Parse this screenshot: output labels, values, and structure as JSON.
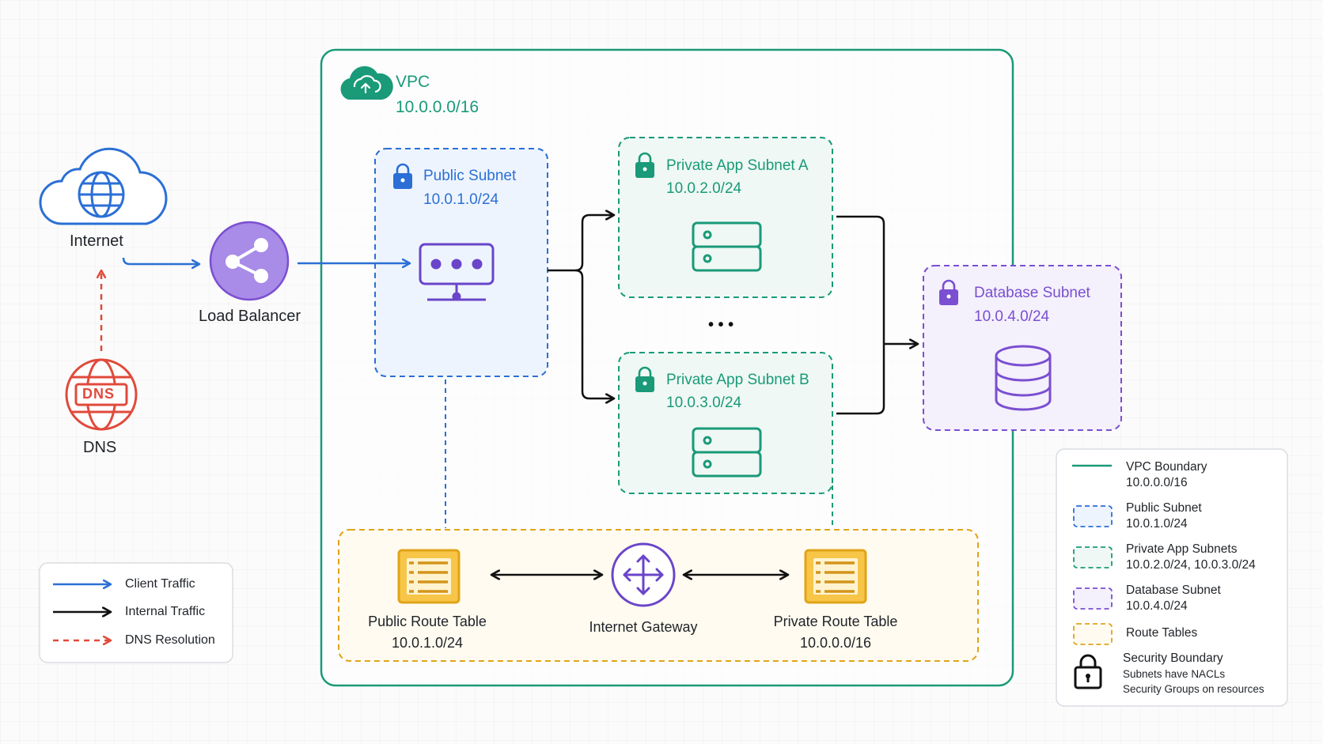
{
  "colors": {
    "vpc": "#1a9a78",
    "public": "#2b6fd6",
    "private": "#1a9a78",
    "database": "#7a4fd0",
    "route": "#e0a419",
    "dns": "#e04a3b",
    "lb": "#9b6be0",
    "internal": "#111111"
  },
  "external": {
    "internet_label": "Internet",
    "dns_label": "DNS",
    "dns_icon_text": "DNS",
    "load_balancer_label": "Load Balancer"
  },
  "vpc": {
    "title": "VPC",
    "cidr": "10.0.0.0/16"
  },
  "subnets": {
    "public": {
      "title": "Public Subnet",
      "cidr": "10.0.1.0/24"
    },
    "private_a": {
      "title": "Private App Subnet A",
      "cidr": "10.0.2.0/24"
    },
    "private_b": {
      "title": "Private App Subnet B",
      "cidr": "10.0.3.0/24"
    },
    "ellipsis": "• • •",
    "database": {
      "title": "Database Subnet",
      "cidr": "10.0.4.0/24"
    }
  },
  "routing": {
    "public_table": {
      "title": "Public Route Table",
      "cidr": "10.0.1.0/24"
    },
    "gateway": {
      "title": "Internet Gateway"
    },
    "private_table": {
      "title": "Private Route Table",
      "cidr": "10.0.0.0/16"
    }
  },
  "traffic_legend": [
    {
      "label": "Client Traffic",
      "icon": "blue-arrow"
    },
    {
      "label": "Internal Traffic",
      "icon": "black-arrow"
    },
    {
      "label": "DNS Resolution",
      "icon": "red-dashed-arrow"
    }
  ],
  "boundary_legend": {
    "vpc": {
      "title": "VPC Boundary",
      "sub": "10.0.0.0/16"
    },
    "public": {
      "title": "Public Subnet",
      "sub": "10.0.1.0/24"
    },
    "private": {
      "title": "Private App Subnets",
      "sub": "10.0.2.0/24, 10.0.3.0/24"
    },
    "database": {
      "title": "Database Subnet",
      "sub": "10.0.4.0/24"
    },
    "route": {
      "title": "Route Tables"
    },
    "security": {
      "title": "Security Boundary",
      "line1": "Subnets have NACLs",
      "line2": "Security Groups on resources"
    }
  }
}
